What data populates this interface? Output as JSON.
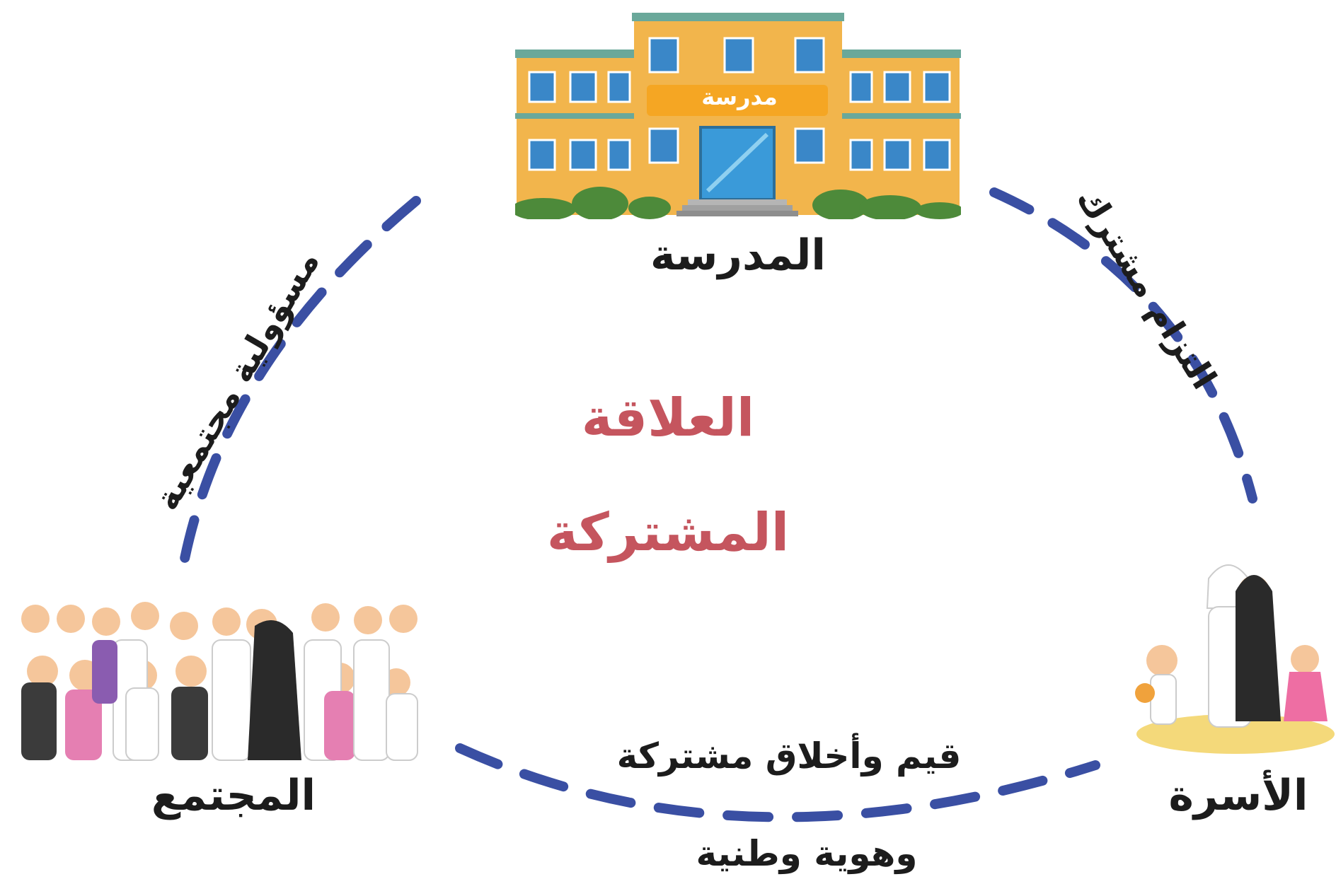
{
  "colors": {
    "dash": "#3a4fa3",
    "center_text": "#c5555e",
    "building_wall": "#f2b54c",
    "building_trim": "#6aa89a",
    "window": "#3a87c8",
    "sign": "#f5a623",
    "ground": "#f4d97a",
    "bush": "#4d8a3a"
  },
  "nodes": {
    "school": {
      "label": "المدرسة",
      "icon": "school-building-icon",
      "sign_text": "مدرسة"
    },
    "family": {
      "label": "الأسرة",
      "icon": "family-icon"
    },
    "community": {
      "label": "المجتمع",
      "icon": "community-crowd-icon"
    }
  },
  "center": {
    "line1": "العلاقة",
    "line2": "المشتركة"
  },
  "relations": {
    "school_family": "التزام مشترك",
    "school_community": "مسؤولية مجتمعية",
    "family_community_line1": "قيم وأخلاق مشتركة",
    "family_community_line2": "وهوية وطنية"
  }
}
